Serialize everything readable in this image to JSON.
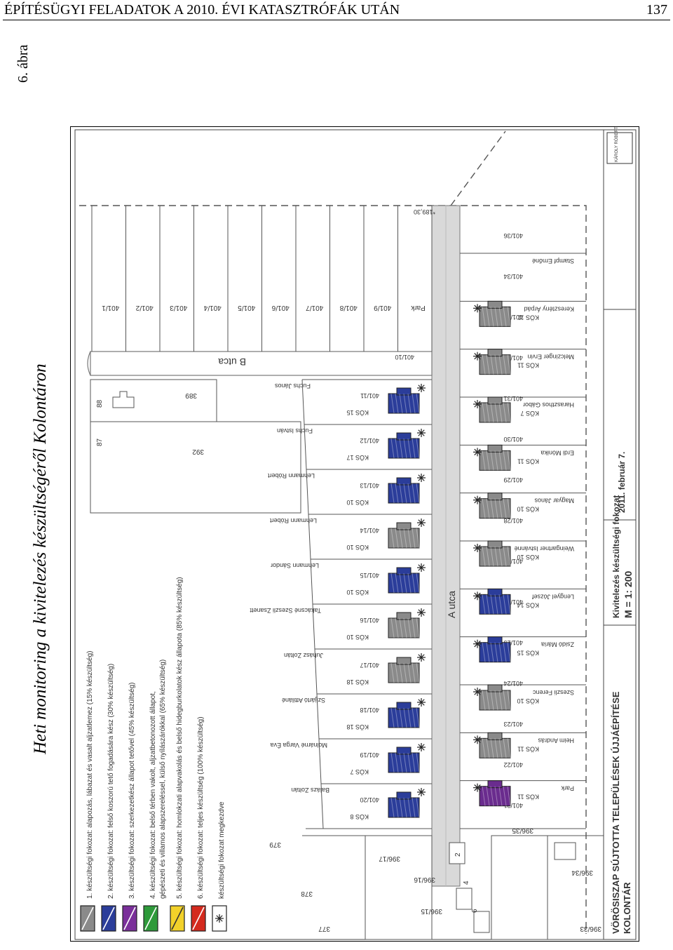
{
  "header": {
    "title": "ÉPÍTÉSÜGYI FELADATOK A 2010. ÉVI KATASZTRÓFÁK UTÁN",
    "page_number": "137"
  },
  "figure": {
    "label": "6. ábra",
    "caption": "Heti monitoring a kivitelezés készültségéről Kolontáron"
  },
  "map": {
    "streets": {
      "a_utca": "A utca",
      "b_utca": "B utca"
    },
    "parcels_top": [
      "401/1",
      "401/2",
      "401/3",
      "401/4",
      "401/5",
      "401/6",
      "401/7",
      "401/8",
      "401/9",
      "Park"
    ],
    "left_parcels": [
      "88",
      "87",
      "389",
      "392",
      "379",
      "378",
      "377",
      "396/17",
      "396/16",
      "396/15"
    ],
    "left_house_numbers": [
      "2",
      "4",
      "6"
    ],
    "row_upper": {
      "owners": [
        "Fuchs János",
        "Fuchs István",
        "Lehmann Róbert",
        "Lehmann Róbert",
        "Lehmann Sándor",
        "Takácsné Szeszli Zsanett",
        "Juhász Zoltán",
        "Szijártó Attiláné",
        "Molnárné Varga Éva",
        "Balázs Zoltán"
      ],
      "parcels": [
        "401/10",
        "401/11",
        "401/12",
        "401/13",
        "401/14",
        "401/15",
        "401/16",
        "401/17",
        "401/18",
        "401/19",
        "401/20"
      ],
      "types": [
        "KÖS 15",
        "KÖS 17",
        "KÖS 10",
        "KÖS 10",
        "KÖS 10",
        "KÖS 10",
        "KÖS 18",
        "KÖS 18",
        "KÖS 7",
        "KÖS 8"
      ]
    },
    "row_lower": {
      "owners": [
        "Stampf Ernőné",
        "Keresztény Árpád",
        "Melczinger Ervin",
        "Haraszthos Gábor",
        "Erdi Mónika",
        "Magyar János",
        "Weingartner Istvánné",
        "Lengyel József",
        "Zsidó Mária",
        "Szeszli Ferenc",
        "Heim András",
        "Park"
      ],
      "parcels": [
        "401/36",
        "401/34",
        "401/33",
        "401/32",
        "401/31",
        "401/30",
        "401/29",
        "401/28",
        "401/27",
        "401/26",
        "401/25",
        "401/24",
        "401/23",
        "401/22",
        "401/21"
      ],
      "types": [
        "KÖS 11",
        "KÖS 11",
        "KÖS 7",
        "KÖS 11",
        "KÖS 10",
        "KÖS 10",
        "KÖS 14",
        "KÖS 15",
        "KÖS 10",
        "KÖS 11",
        "KÖS 11"
      ]
    },
    "lower_left_parcels": [
      "396/35",
      "396/34",
      "396/33"
    ],
    "scale_note": "*189,30"
  },
  "legend": [
    {
      "label": "1. készültségi fokozat: alapozás, lábazat és vasalt aljzatlemez (15% készültség)",
      "color": "#8a8a8a",
      "slash": "#ffffff"
    },
    {
      "label": "2. készültségi fokozat: felső koszorú tető fogadására kész (30% készültség)",
      "color": "#2b3d9a",
      "slash": "#ffffff"
    },
    {
      "label": "3. készültségi fokozat: szerkezetkész állapot tetővel (45% készültség)",
      "color": "#7a2f9a",
      "slash": "#ffffff"
    },
    {
      "label": "4. készültségi fokozat: belső térben vakolt, aljzatbetonozott állapot,",
      "label2": "gépészeti és villamos alapszereléssel, külső nyílászárókkal (65% készültség)",
      "color": "#2e9a3a",
      "slash": "#ffffff"
    },
    {
      "label": "5. készültségi fokozat: homlokzati alapvakolás és belső hidegburkolatok kész állapota (85% készültség)",
      "color": "#f2d12a",
      "slash": "#333333"
    },
    {
      "label": "6. készültségi fokozat: teljes készültség (100% készültség)",
      "color": "#d42a1e",
      "slash": "#ffffff"
    },
    {
      "label": "készültségi fokozat megkezdve",
      "color": "#ffffff",
      "slash": "",
      "icon": "asterisk-icon"
    }
  ],
  "title_block": {
    "project": "VÖRÖSISZAP SÚJTOTTA TELEPÜLÉSEK ÚJJÁÉPÍTÉSE",
    "place": "KOLONTÁR",
    "drawing": "Kivitelezés készültségi fokozat",
    "scale": "M = 1: 200",
    "date": "2011. február 7.",
    "logo_text": "KÁROLY RÓBERT SZÉCHENYI ISTVÁN EGYETEM"
  },
  "house_colors": {
    "gray": "#8a8a8a",
    "blue": "#2b3d9a",
    "purple": "#6a2c8e"
  }
}
